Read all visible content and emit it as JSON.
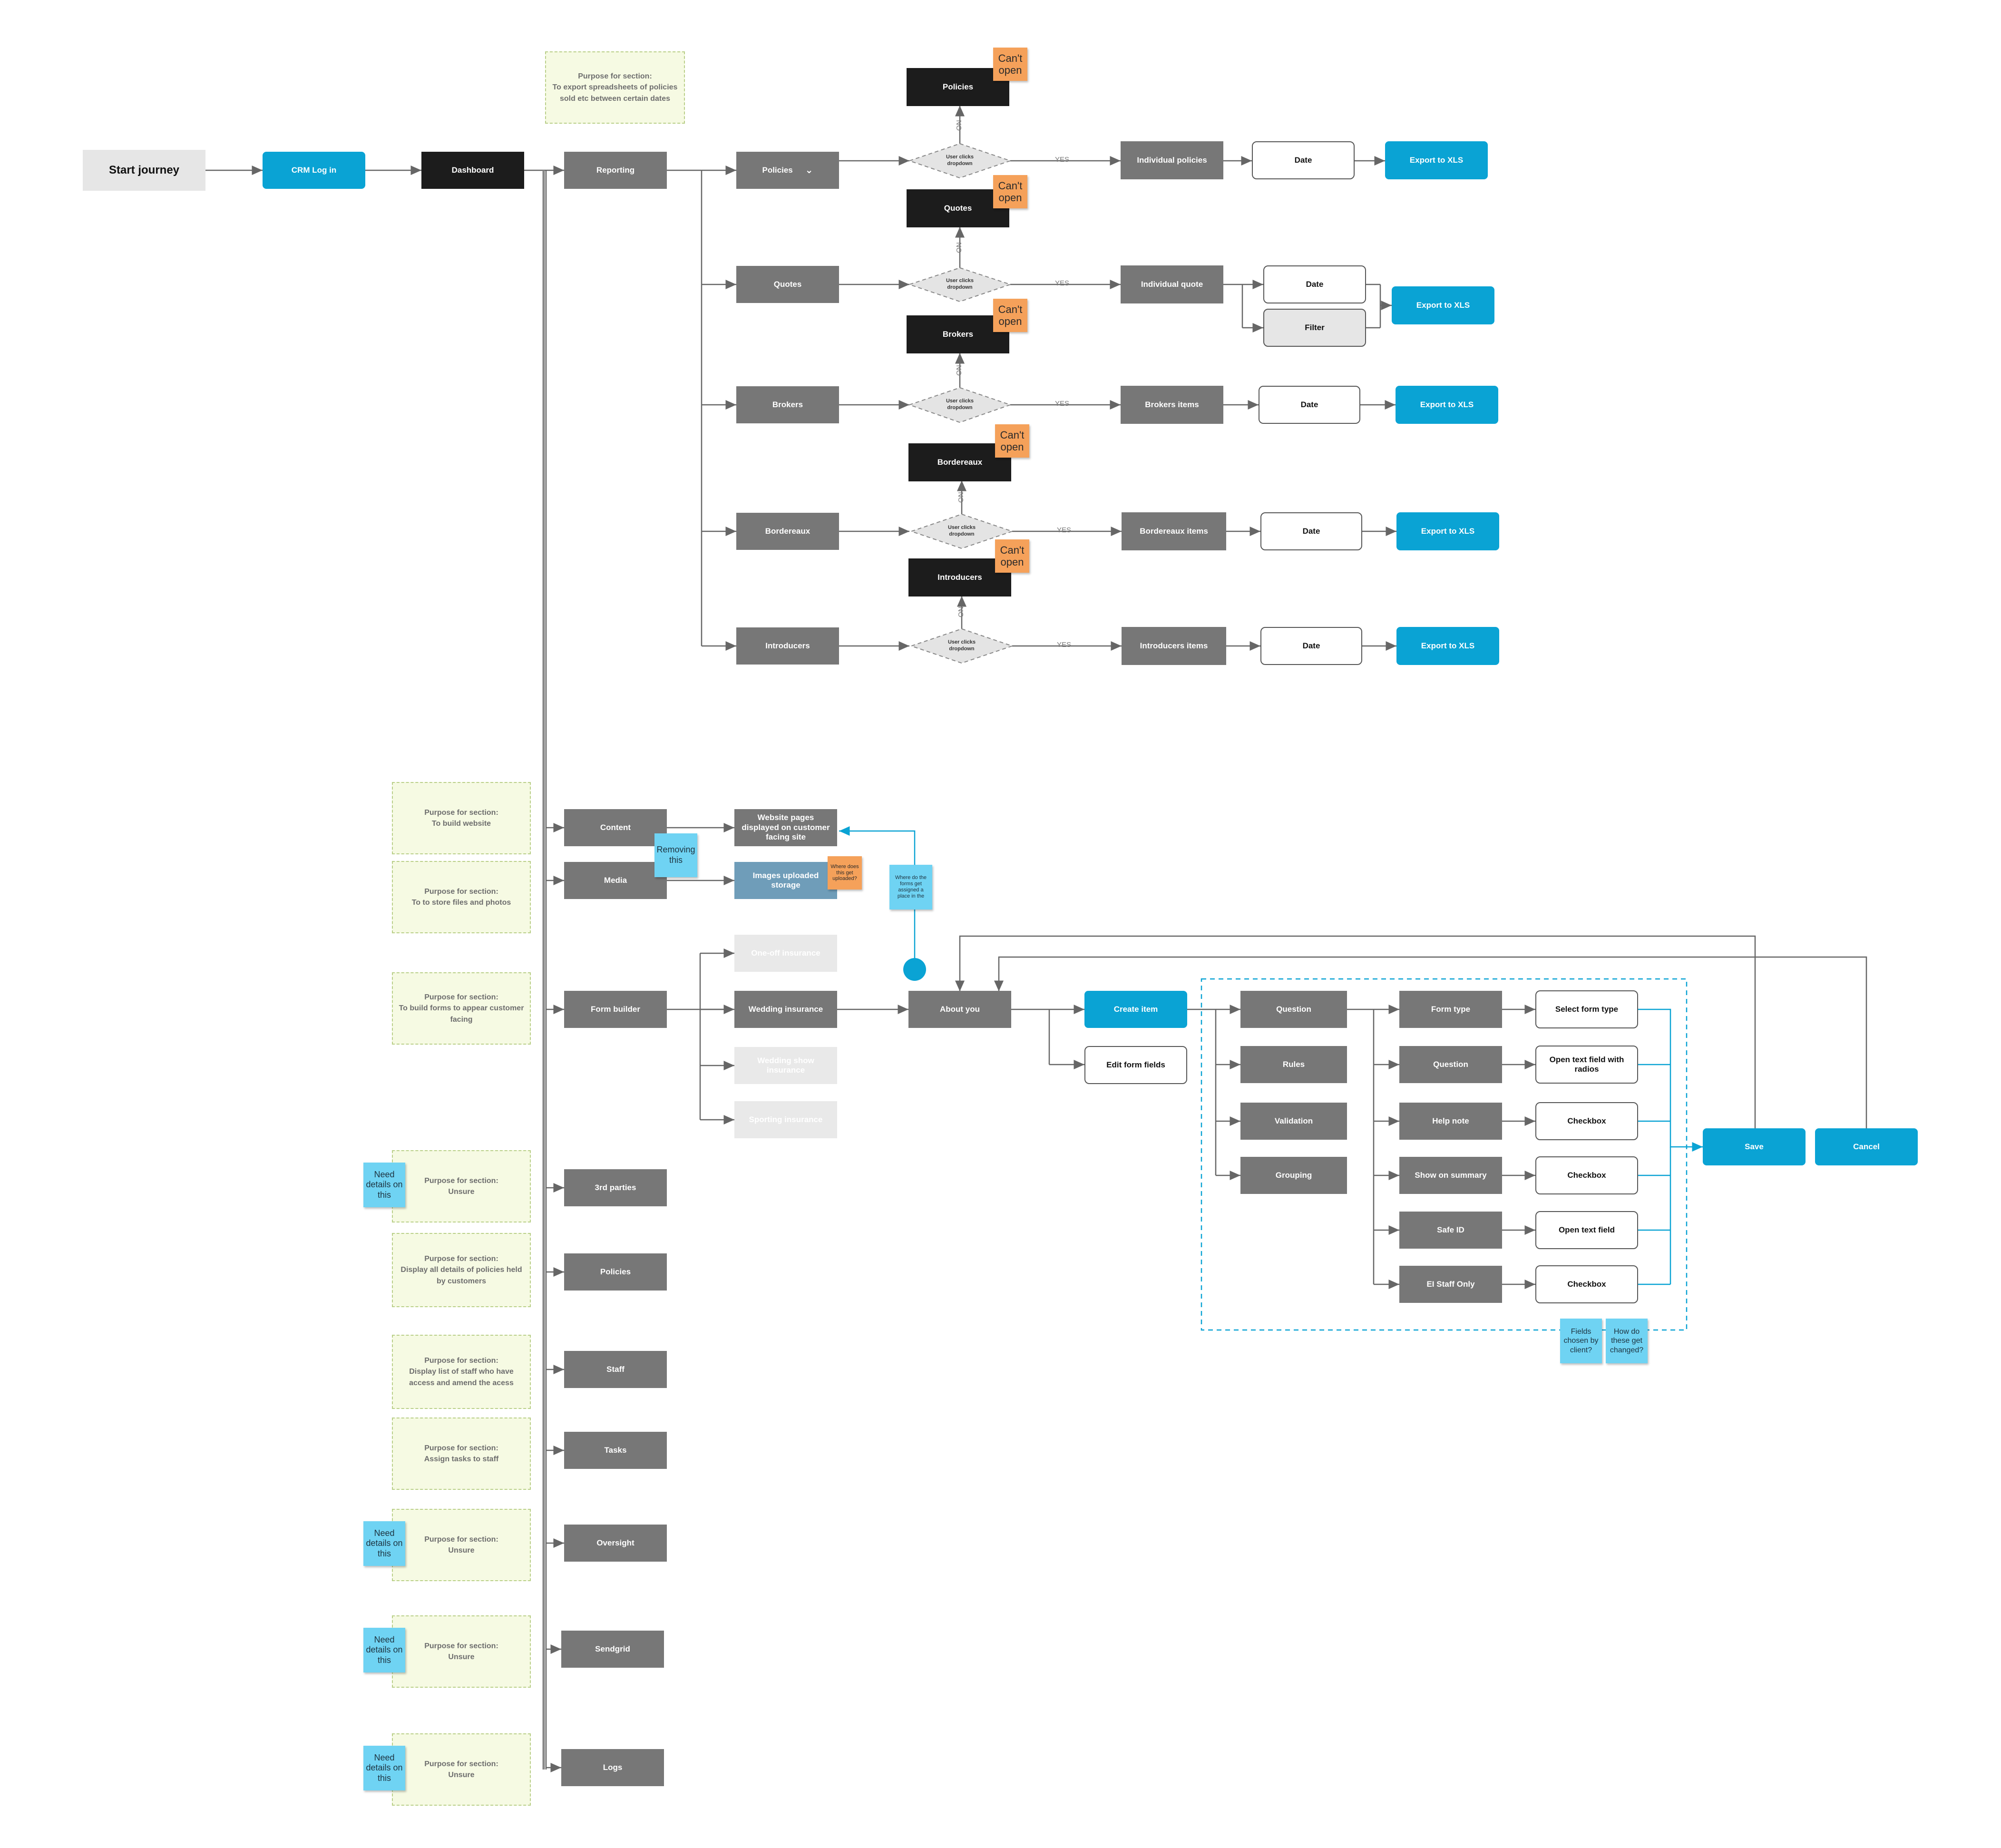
{
  "colors": {
    "gray_step": "#777777",
    "black_step": "#1c1c1c",
    "action_blue": "#0aa3d4",
    "sticky_orange": "#f5a15a",
    "sticky_blue": "#6fd3f3",
    "note_fill": "#f6fae3",
    "note_border": "#b9cf88",
    "dashed_group": "#0aa3d4"
  },
  "journey": {
    "start": "Start journey",
    "crm_login": "CRM Log in",
    "dashboard": "Dashboard"
  },
  "reporting": {
    "label": "Reporting",
    "purpose": "Purpose for section:\nTo export spreadsheets of policies sold etc between certain dates",
    "rows": [
      {
        "item": "Policies",
        "decision": "User clicks\ndropdown",
        "no_target": "Policies",
        "result": "Individual policies",
        "filters": [
          "Date"
        ],
        "export": "Export to XLS"
      },
      {
        "item": "Quotes",
        "decision": "User clicks\ndropdown",
        "no_target": "Quotes",
        "result": "Individual quote",
        "filters": [
          "Date",
          "Filter"
        ],
        "export": "Export to XLS"
      },
      {
        "item": "Brokers",
        "decision": "User clicks\ndropdown",
        "no_target": "Brokers",
        "result": "Brokers items",
        "filters": [
          "Date"
        ],
        "export": "Export to XLS"
      },
      {
        "item": "Bordereaux",
        "decision": "User clicks\ndropdown",
        "no_target": "Bordereaux",
        "result": "Bordereaux items",
        "filters": [
          "Date"
        ],
        "export": "Export to XLS"
      },
      {
        "item": "Introducers",
        "decision": "User clicks\ndropdown",
        "no_target": "Introducers",
        "result": "Introducers items",
        "filters": [
          "Date"
        ],
        "export": "Export to XLS"
      }
    ],
    "cant_open": "Can't open",
    "yes": "YES",
    "no": "NO",
    "chevron": "⌄"
  },
  "content": {
    "label": "Content",
    "purpose": "Purpose for section:\nTo build website",
    "target": "Website pages displayed on customer facing site"
  },
  "media": {
    "label": "Media",
    "purpose": "Purpose for section:\nTo to store files and photos",
    "target": "Images uploaded storage",
    "sticky_removing": "Removing this",
    "sticky_where": "Where does this get uploaded?"
  },
  "form_builder": {
    "label": "Form builder",
    "purpose": "Purpose for section:\nTo build forms to appear customer facing",
    "options": [
      "One-off insurance",
      "Wedding insurance",
      "Wedding show insurance",
      "Sporting insurance"
    ],
    "sticky_assigned": "Where do the forms get assigned a place in the",
    "about_you": "About you",
    "create_item": "Create item",
    "edit_form_fields": "Edit form fields",
    "categories": [
      "Question",
      "Rules",
      "Validation",
      "Grouping"
    ],
    "fields": [
      {
        "name": "Form type",
        "control": "Select form type"
      },
      {
        "name": "Question",
        "control": "Open text field with radios"
      },
      {
        "name": "Help note",
        "control": "Checkbox"
      },
      {
        "name": "Show on summary",
        "control": "Checkbox"
      },
      {
        "name": "Safe ID",
        "control": "Open text field"
      },
      {
        "name": "EI Staff Only",
        "control": "Checkbox"
      }
    ],
    "save": "Save",
    "cancel": "Cancel",
    "sticky_fields_chosen": "Fields chosen by client?",
    "sticky_how_changed": "How do these get changed?"
  },
  "other_sections": [
    {
      "label": "3rd parties",
      "purpose": "Purpose for section:\nUnsure",
      "need_details": "Need details on this"
    },
    {
      "label": "Policies",
      "purpose": "Purpose for section:\nDisplay all details of policies held by customers"
    },
    {
      "label": "Staff",
      "purpose": "Purpose for section:\nDisplay list of staff who have access and amend the acess"
    },
    {
      "label": "Tasks",
      "purpose": "Purpose for section:\nAssign tasks to staff"
    },
    {
      "label": "Oversight",
      "purpose": "Purpose for section:\nUnsure",
      "need_details": "Need details on this"
    },
    {
      "label": "Sendgrid",
      "purpose": "Purpose for section:\nUnsure",
      "need_details": "Need details on this"
    },
    {
      "label": "Logs",
      "purpose": "Purpose for section:\nUnsure",
      "need_details": "Need details on this"
    }
  ]
}
